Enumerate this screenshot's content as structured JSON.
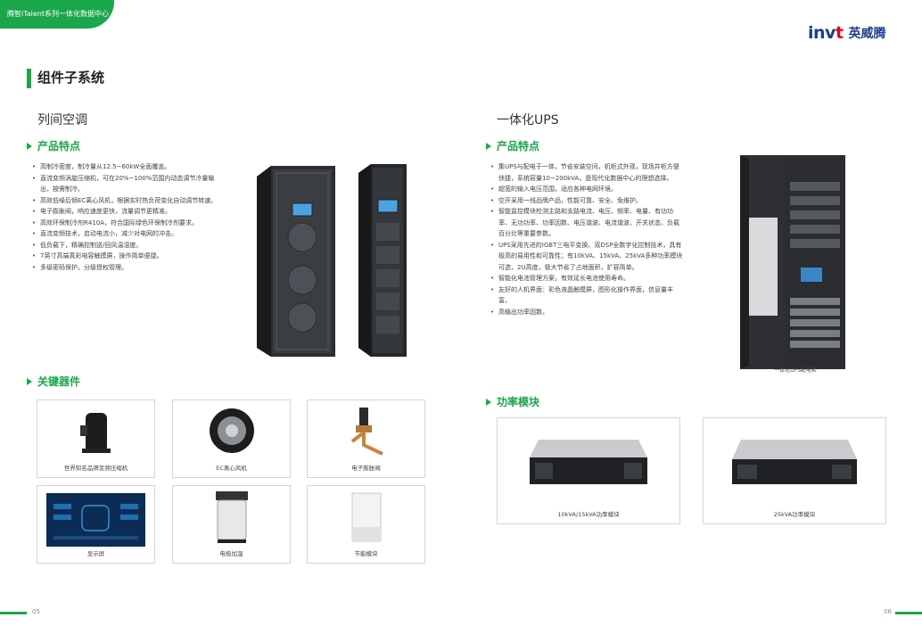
{
  "header": {
    "tab": "腾智iTalent系列一体化数据中心",
    "logo_mark_a": "inv",
    "logo_mark_b": "t",
    "logo_cn": "英威腾"
  },
  "section_title": "组件子系统",
  "left": {
    "title": "列间空调",
    "features_heading": "产品特点",
    "features": [
      "高制冷密度，制冷量从12.5~60kW全面覆盖。",
      "直流变频涡旋压缩机，可在20%~100%范围内动态调节冷量输出，按需制冷。",
      "高效低噪后倾EC离心风机，根据实时热负荷变化自动调节转速。",
      "电子膨胀阀，响应速度更快，流量调节更精准。",
      "高效环保制冷剂R410A，符合国际绿色环保制冷剂要求。",
      "直流变频技术，启动电流小，减少对电网的冲击。",
      "低负载下，精确控制送/回风温湿度。",
      "7英寸高端真彩电容触摸屏，操作简单便捷。",
      "多级密码保护，分级授权管理。"
    ],
    "components_heading": "关键器件",
    "components": [
      "世界知名品牌变频压缩机",
      "EC离心风机",
      "电子膨胀阀",
      "显示屏",
      "电极加湿",
      "节能模块"
    ]
  },
  "right": {
    "title": "一体化UPS",
    "features_heading": "产品特点",
    "features": [
      "集UPS与配电于一体，节省安装空间，机柜式外观，现场并柜方便快捷，系统容量10~200kVA，是现代化数据中心的理想选择。",
      "超宽的输入电压范围，适应各种电网环境。",
      "空开采用一线品牌产品，性能可靠、安全、免维护。",
      "智能监控模块检测主路和支路电流、电压、频率、电量、有功功率、无功功率、功率因数、电压谐波、电流谐波、开关状态、负载百分比等重要参数。",
      "UPS采用先进的IGBT三电平变换、双DSP全数字化控制技术，具有极高的易用性和可靠性；有10kVA、15kVA、25kVA多种功率模块可选，2U高度，极大节省了占地面积，扩容简单。",
      "智能化电池管理方案，有效延长电池使用寿命。",
      "友好的人机界面：彩色液晶触摸屏，图形化操作界面，信息量丰富。",
      "高输出功率因数。"
    ],
    "cabinet_caption": "一体化UPS配电柜",
    "modules_heading": "功率模块",
    "modules": [
      "10kVA/15kVA功率模块",
      "25kVA功率模块"
    ]
  },
  "footer": {
    "left_page": "05",
    "right_page": "06"
  },
  "colors": {
    "accent": "#1aa64a",
    "brand": "#1f3d8a"
  }
}
